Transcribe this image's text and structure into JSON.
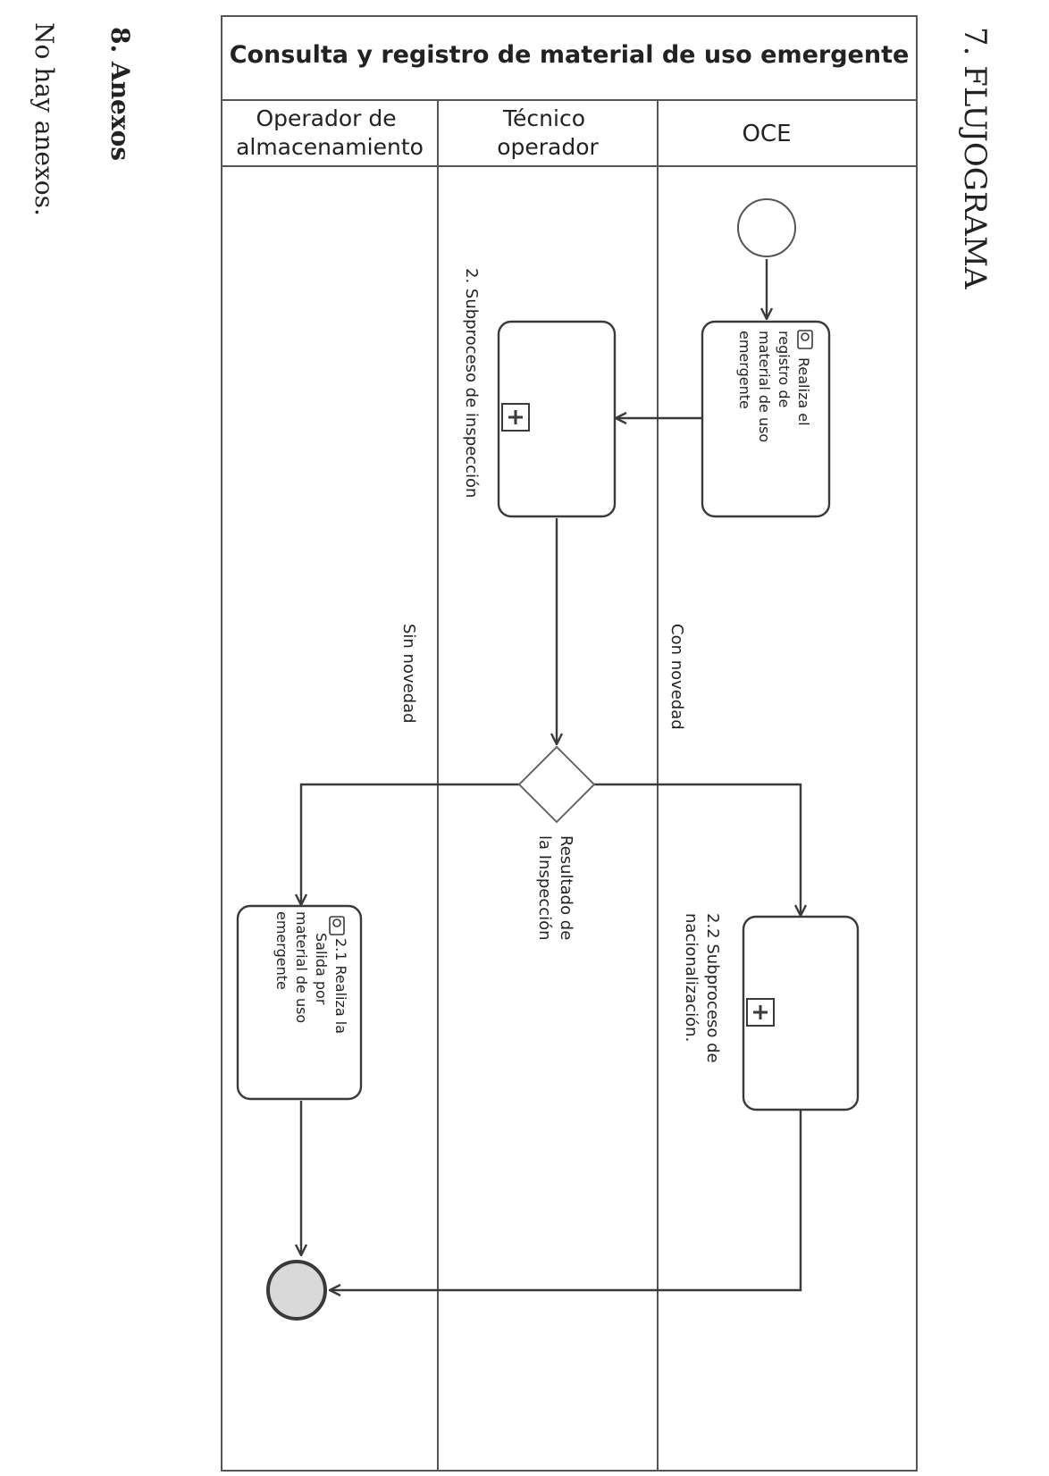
{
  "section7": {
    "heading": "7. FLUJOGRAMA"
  },
  "section8": {
    "heading": "8. Anexos",
    "body": "No hay anexos."
  },
  "diagram": {
    "title": "Consulta y registro de material de uso emergente",
    "lanes": [
      {
        "label_lines": [
          "Operador de",
          "almacenamiento"
        ]
      },
      {
        "label_lines": [
          "Técnico",
          "operador"
        ]
      },
      {
        "label_lines": [
          "OCE"
        ]
      }
    ],
    "task_register": {
      "lines": [
        "Realiza el",
        "registro de",
        "material de uso",
        "emergente"
      ]
    },
    "subprocess_inspection": {
      "label": "2. Subproceso de inspección"
    },
    "gateway": {
      "label_lines": [
        "Resultado de",
        "la Inspección"
      ]
    },
    "flow_con_novedad": {
      "label": "Con novedad"
    },
    "flow_sin_novedad": {
      "label": "Sin novedad"
    },
    "subprocess_nationalization": {
      "label_lines": [
        "2.2 Subproceso de",
        "nacionalización."
      ]
    },
    "task_exit": {
      "lines": [
        "2.1 Realiza la",
        "Salida por",
        "material de uso",
        "emergente"
      ]
    }
  },
  "colors": {
    "stroke": "#3a3a3a",
    "lane_line": "#555555",
    "shape_fill": "#ffffff",
    "end_fill": "#d9d9d9"
  }
}
